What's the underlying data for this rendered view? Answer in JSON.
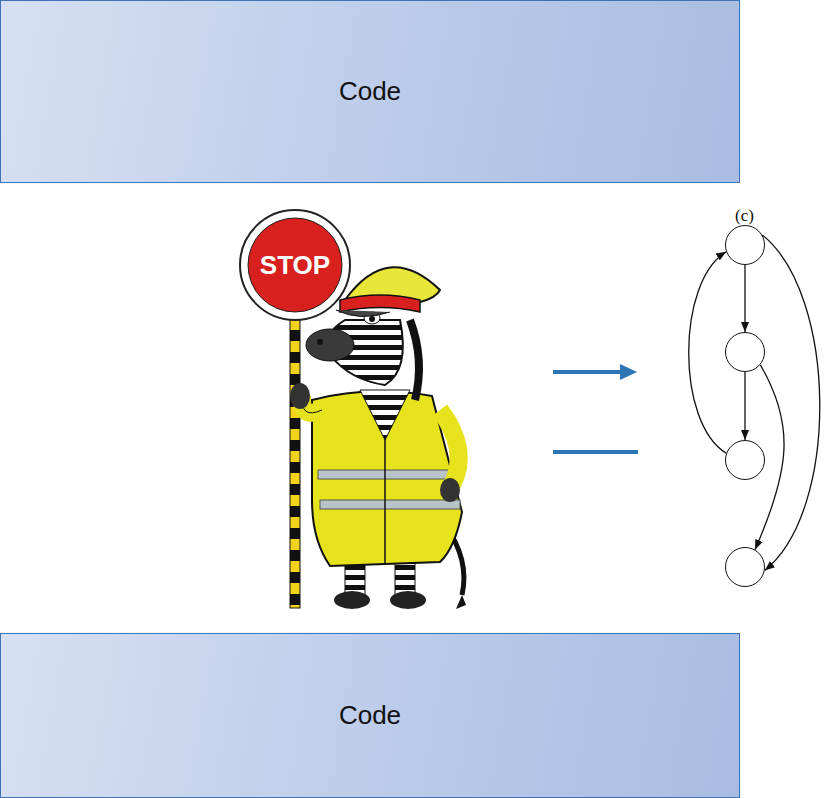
{
  "diagram": {
    "nodes": [
      {
        "text": [
          "Code"
        ]
      },
      {
        "text": []
      },
      {
        "text": []
      },
      {
        "text": []
      },
      {
        "text": []
      },
      {
        "text": [
          "Code"
        ]
      }
    ],
    "edges": [
      {
        "from": 1,
        "to": 2,
        "arrow": "to"
      },
      {
        "from": 2,
        "to": 3,
        "arrow": "to"
      },
      {
        "from": 3,
        "to": 1,
        "arrow": "to"
      },
      {
        "from": 1,
        "to": 4,
        "arrow": "to"
      },
      {
        "from": 2,
        "to": 4,
        "arrow": "to"
      }
    ],
    "labels": [
      "(c)",
      "STOP"
    ]
  }
}
